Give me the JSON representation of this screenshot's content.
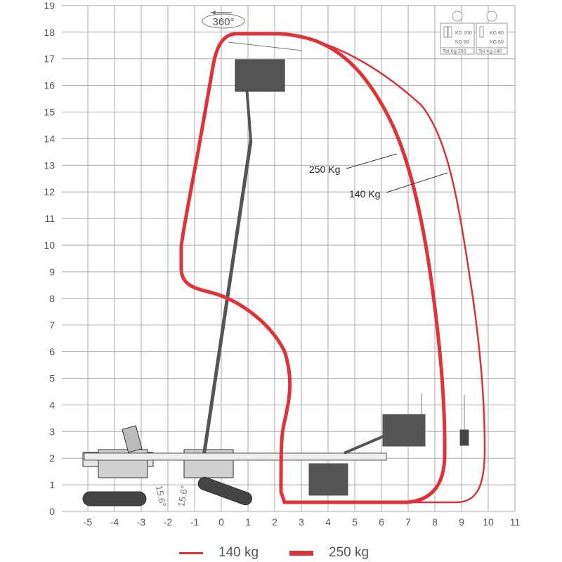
{
  "title_badge": "360°",
  "axes": {
    "x_ticks": [
      "-5",
      "-4",
      "-3",
      "-2",
      "-1",
      "0",
      "1",
      "2",
      "3",
      "4",
      "5",
      "6",
      "7",
      "8",
      "9",
      "10",
      "11"
    ],
    "y_ticks": [
      "0",
      "1",
      "2",
      "3",
      "4",
      "5",
      "6",
      "7",
      "8",
      "9",
      "10",
      "11",
      "12",
      "13",
      "14",
      "15",
      "16",
      "17",
      "18",
      "19"
    ]
  },
  "envelopes": {
    "heavy": {
      "label": "250 Kg",
      "color": "#d9343a"
    },
    "light": {
      "label": "140 Kg",
      "color": "#d9343a"
    }
  },
  "angles": {
    "left": "15.6°",
    "right": "15.6°"
  },
  "load_icons": [
    {
      "line1": "KG 160",
      "line2": "KG 90",
      "total": "Tot Kg 250"
    },
    {
      "line1": "KG 80",
      "line2": "KG 60",
      "total": "Tot Kg 140"
    }
  ],
  "legend": [
    {
      "label": "140 kg",
      "color": "#d9343a"
    },
    {
      "label": "250 kg",
      "color": "#e03339"
    }
  ]
}
